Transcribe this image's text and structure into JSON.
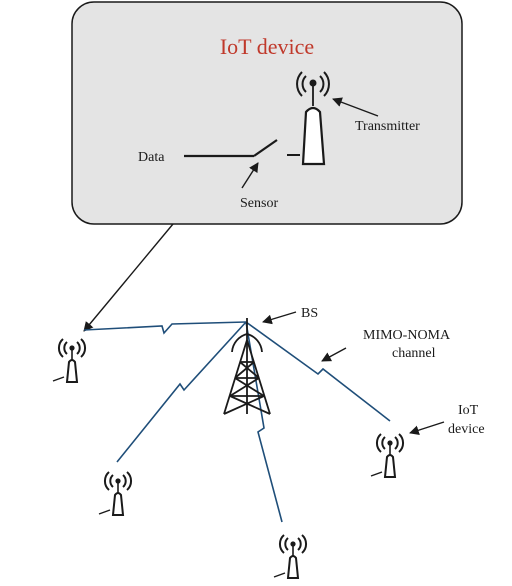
{
  "diagram": {
    "device_box": {
      "title": "IoT device",
      "labels": {
        "transmitter": "Transmitter",
        "data": "Data",
        "sensor": "Sensor"
      }
    },
    "base_station_label": "BS",
    "channel_label_line1": "MIMO-NOMA",
    "channel_label_line2": "channel",
    "iot_label_line1": "IoT",
    "iot_label_line2": "device",
    "colors": {
      "title": "#c0392b",
      "box_fill": "#e4e4e4",
      "link": "#1f4e79",
      "ink": "#1a1a1a"
    }
  }
}
